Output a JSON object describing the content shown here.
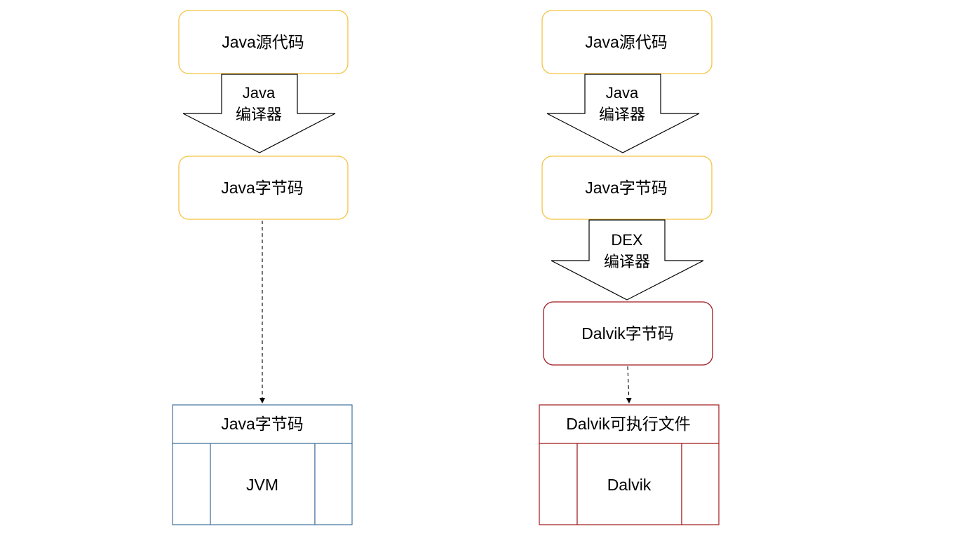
{
  "colors": {
    "yellow_border": "#f5c342",
    "dark_red_border": "#a0171c",
    "blue_border": "#41719c",
    "line": "#000000"
  },
  "left": {
    "source_node": "Java源代码",
    "compiler_arrow": {
      "line1": "Java",
      "line2": "编译器"
    },
    "bytecode_node": "Java字节码",
    "runtime_header": "Java字节码",
    "runtime_core": "JVM"
  },
  "right": {
    "source_node": "Java源代码",
    "compiler_arrow": {
      "line1": "Java",
      "line2": "编译器"
    },
    "bytecode_node": "Java字节码",
    "dex_arrow": {
      "line1": "DEX",
      "line2": "编译器"
    },
    "dalvik_bytecode_node": "Dalvik字节码",
    "runtime_header": "Dalvik可执行文件",
    "runtime_core": "Dalvik"
  }
}
